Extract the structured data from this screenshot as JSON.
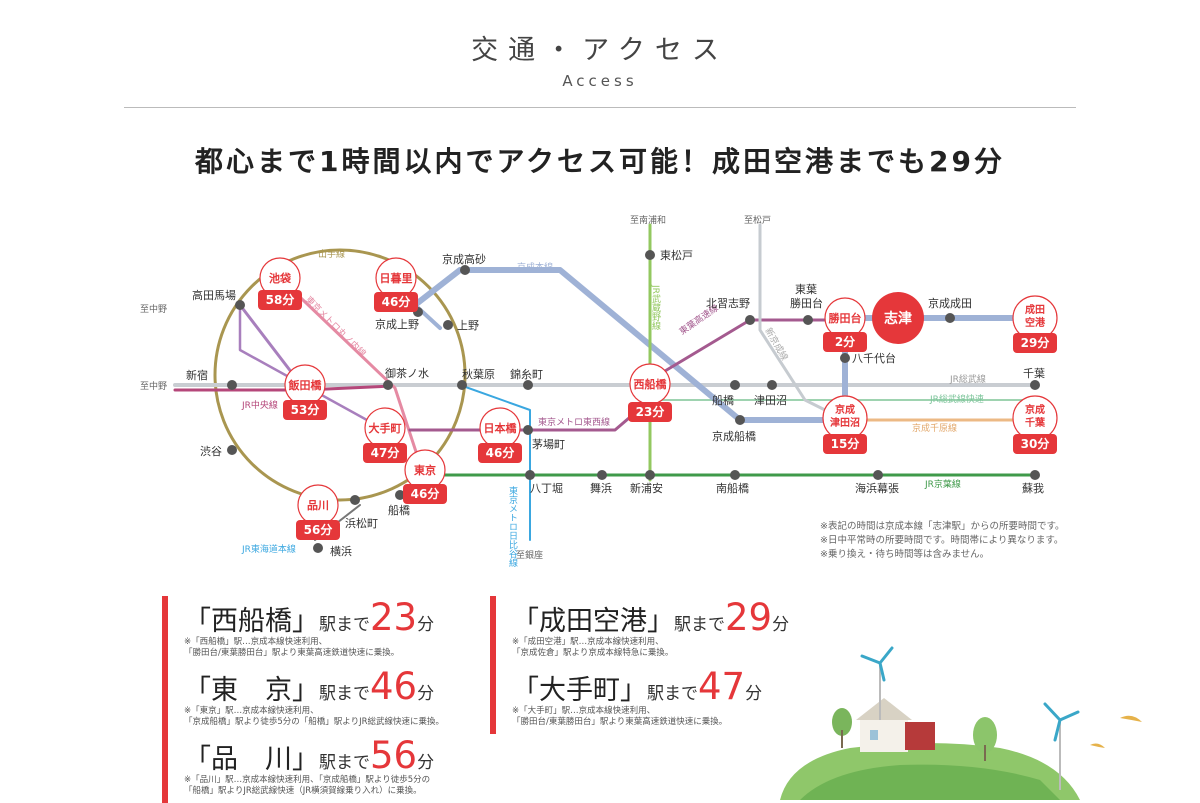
{
  "header": {
    "title": "交通・アクセス",
    "subtitle": "Access"
  },
  "headline": "都心まで1時間以内でアクセス可能！成田空港までも29分",
  "colors": {
    "accent": "#e5373a",
    "keisei": "#9fb2d6",
    "yamanote": "#a99650",
    "chuo": "#b5477a",
    "sobu": "#b9d6b4",
    "musashino": "#93c860",
    "tozai": "#3aa7e0",
    "keiyo": "#3f9a4a",
    "hokuso": "#e08b8a",
    "toyo": "#a45a8f",
    "shinkeisei": "#c6cbd0",
    "chiba": "#ecb985",
    "hibiya": "#7bc5e3"
  },
  "lines": {
    "yamanote": "山手線",
    "keisei_main": "京成本線",
    "musashino": "JR武蔵野線",
    "marunouchi": "東京メトロ丸ノ内線",
    "chuo": "JR中央線",
    "toyo": "東葉高速線",
    "shinkeisei": "新京成線",
    "sobu": "JR総武線",
    "sobu_rapid": "JR総武線快速",
    "chiba": "京成千原線",
    "tozai": "東京メトロ東西線",
    "hibiya": "東京メトロ日比谷線",
    "keiyo": "JR京葉線",
    "tokaido": "JR東海道本線"
  },
  "stations": {
    "ikebukuro": "池袋",
    "nippori": "日暮里",
    "takadanobaba": "高田馬場",
    "shinjuku": "新宿",
    "shibuya": "渋谷",
    "shinagawa": "品川",
    "hamamatsucho": "浜松町",
    "yokohama": "横浜",
    "funabashi_jr": "船橋",
    "tokyo": "東京",
    "otemachi": "大手町",
    "iidabashi": "飯田橋",
    "ochanomizu": "御茶ノ水",
    "keisei_ueno": "京成上野",
    "ueno": "上野",
    "keisei_takasago": "京成高砂",
    "akihabara": "秋葉原",
    "kinshicho": "錦糸町",
    "nihombashi": "日本橋",
    "kayabacho": "茅場町",
    "hatchobori": "八丁堀",
    "maihama": "舞浜",
    "shin_urayasu": "新浦安",
    "nishi_funabashi": "西船橋",
    "higashi_matsudo": "東松戸",
    "funabashi": "船橋",
    "tsudanuma": "津田沼",
    "keisei_funabashi": "京成船橋",
    "minami_funabashi": "南船橋",
    "kitanarashino": "北習志野",
    "toyo_katsutadai": "東葉\n勝田台",
    "katsutadai": "勝田台",
    "yachiyodai": "八千代台",
    "shizu": "志津",
    "keisei_narita": "京成成田",
    "narita_airport": "成田\n空港",
    "keisei_tsudanuma": "京成\n津田沼",
    "keisei_chiba": "京成\n千葉",
    "chiba": "千葉",
    "soga": "蘇我",
    "kaihin_makuhari": "海浜幕張",
    "to_minami_urawa": "至南浦和",
    "to_matsudo": "至松戸",
    "to_nakano_1": "至中野",
    "to_nakano_2": "至中野",
    "to_ginza": "至銀座"
  },
  "times": {
    "ikebukuro": "58分",
    "nippori": "46分",
    "iidabashi": "53分",
    "otemachi": "47分",
    "tokyo": "46分",
    "shinagawa": "56分",
    "nihombashi": "46分",
    "nishi_funabashi": "23分",
    "katsutadai": "2分",
    "keisei_tsudanuma": "15分",
    "narita_airport": "29分",
    "keisei_chiba": "30分"
  },
  "notes": [
    "※表記の時間は京成本線「志津駅」からの所要時間です。",
    "※日中平常時の所要時間です。時間帯により異なります。",
    "※乗り換え・待ち時間等は含みません。"
  ],
  "summary": [
    {
      "station": "「西船橋」",
      "to": "駅まで",
      "minutes": "23",
      "unit": "分",
      "note": "※「西船橋」駅…京成本線快速利用、\n「勝田台/東葉勝田台」駅より東葉高速鉄道快速に乗換。"
    },
    {
      "station": "「東　京」",
      "to": "駅まで",
      "minutes": "46",
      "unit": "分",
      "note": "※「東京」駅…京成本線快速利用、\n「京成船橋」駅より徒歩5分の「船橋」駅よりJR総武線快速に乗換。"
    },
    {
      "station": "「品　川」",
      "to": "駅まで",
      "minutes": "56",
      "unit": "分",
      "note": "※「品川」駅…京成本線快速利用、「京成船橋」駅より徒歩5分の\n「船橋」駅よりJR総武線快速（JR横須賀線乗り入れ）に乗換。"
    },
    {
      "station": "「成田空港」",
      "to": "駅まで",
      "minutes": "29",
      "unit": "分",
      "note": "※「成田空港」駅…京成本線快速利用、\n「京成佐倉」駅より京成本線特急に乗換。"
    },
    {
      "station": "「大手町」",
      "to": "駅まで",
      "minutes": "47",
      "unit": "分",
      "note": "※「大手町」駅…京成本線快速利用、\n「勝田台/東葉勝田台」駅より東葉高速鉄道快速に乗換。"
    }
  ]
}
